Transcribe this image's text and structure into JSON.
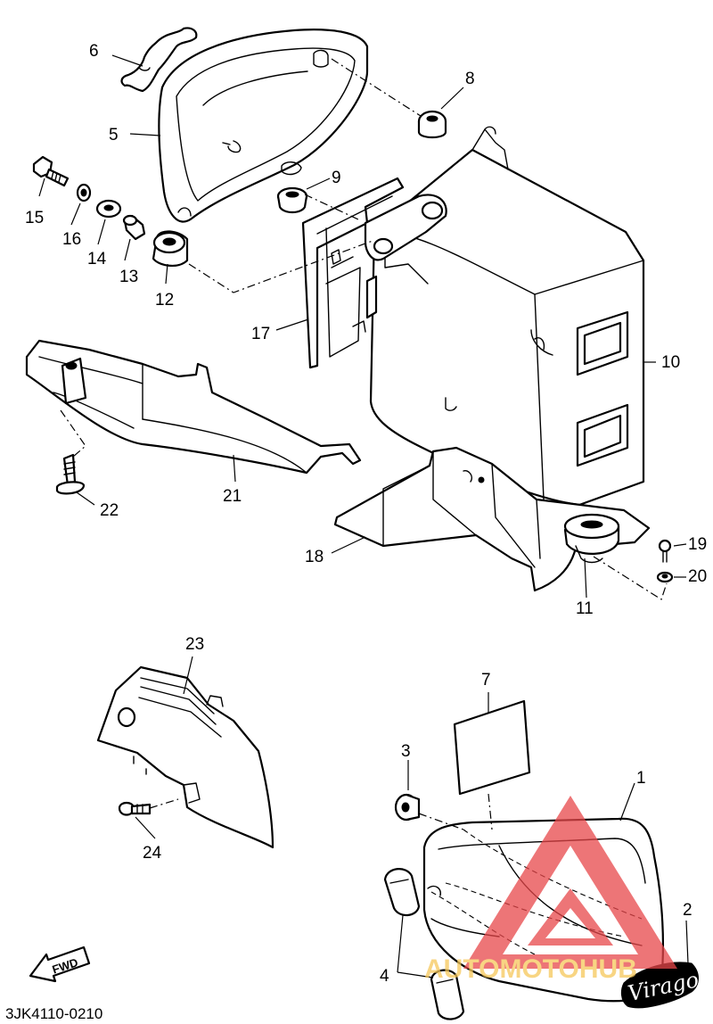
{
  "labels": {
    "n1": "1",
    "n2": "2",
    "n3": "3",
    "n4": "4",
    "n5": "5",
    "n6": "6",
    "n7": "7",
    "n8": "8",
    "n9": "9",
    "n10": "10",
    "n11": "11",
    "n12": "12",
    "n13": "13",
    "n14": "14",
    "n15": "15",
    "n16": "16",
    "n17": "17",
    "n18": "18",
    "n19": "19",
    "n20": "20",
    "n21": "21",
    "n22": "22",
    "n23": "23",
    "n24": "24"
  },
  "fwd_label": "FWD",
  "diagram_code": "3JK4110-0210",
  "emblem_text": "Virago",
  "watermark": {
    "text": "AUTOMOTOHUB",
    "colors": {
      "triangle": "#e8474a",
      "text": "#f6c85a"
    }
  }
}
